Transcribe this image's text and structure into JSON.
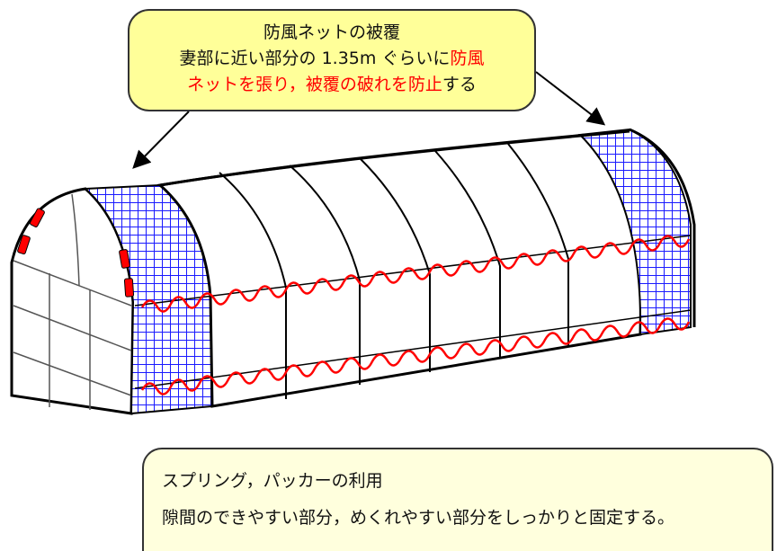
{
  "top_callout": {
    "title": "防風ネットの被覆",
    "line1": "妻部に近い部分の 1.35m ぐらいに",
    "line1_red": "防風",
    "line2_red": "ネットを張り，被覆の破れを防止",
    "line2_end": "する"
  },
  "bottom_callout": {
    "line1": "スプリング，パッカーの利用",
    "line2": "隙間のできやすい部分，めくれやすい部分をしっかりと固定する。"
  },
  "colors": {
    "net": "#1a1aff",
    "spring": "#ff0000",
    "top_callout_bg": "#ffff99",
    "bottom_callout_bg": "#ffffdd"
  }
}
